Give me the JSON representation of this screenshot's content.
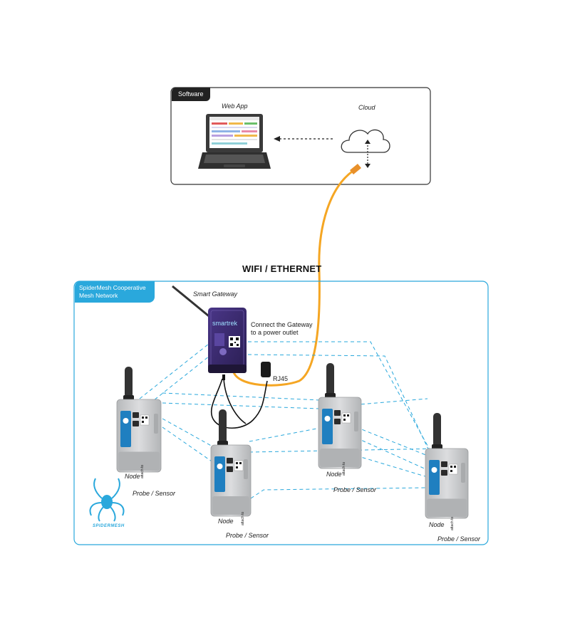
{
  "software": {
    "tag": "Software",
    "web_app_label": "Web App",
    "cloud_label": "Cloud"
  },
  "link": {
    "title": "WIFI / ETHERNET"
  },
  "mesh": {
    "tag_line1": "SpiderMesh Cooperative",
    "tag_line2": "Mesh Network",
    "gateway_label": "Smart Gateway",
    "gateway_brand": "smartrek",
    "gateway_note_line1": "Connect the Gateway",
    "gateway_note_line2": "to a power outlet",
    "rj45_label": "RJ45",
    "logo_text": "SPIDERMESH",
    "nodes": [
      {
        "label": "Node",
        "probe": "Probe / Sensor",
        "side_text": "attach to"
      },
      {
        "label": "Node",
        "probe": "Probe / Sensor",
        "side_text": "attach to"
      },
      {
        "label": "Node",
        "probe": "Probe / Sensor",
        "side_text": "attach to"
      },
      {
        "label": "Node",
        "probe": "Probe / Sensor",
        "side_text": "attach to"
      }
    ]
  },
  "colors": {
    "mesh_accent": "#2aa8dc",
    "cable": "#f5a623",
    "gateway_body": "#3b2a6b",
    "node_body": "#c9cbcd",
    "node_panel": "#1f7fc0",
    "antenna": "#333333"
  }
}
